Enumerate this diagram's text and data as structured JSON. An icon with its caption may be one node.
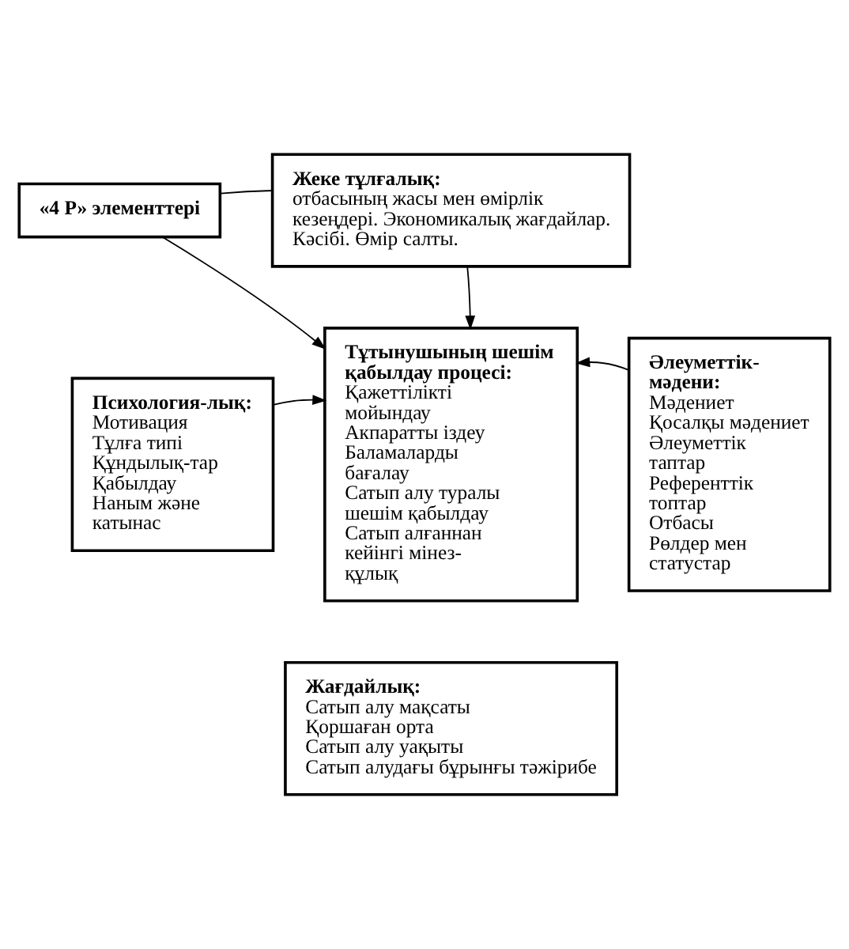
{
  "diagram": {
    "nodes": [
      {
        "text": [
          "«4 Р» элементтері"
        ]
      },
      {
        "text": [
          "Жеке тұлғалық:",
          "отбасының жасы мен өмірлік кезеңдері. Экономикалық жағдайлар. Кәсібі. Өмір салты."
        ]
      },
      {
        "text": [
          "Психология-лық:",
          "Мотивация",
          "Тұлға типі",
          "Құндылық-тар",
          "Қабылдау",
          "Наным және катынас"
        ]
      },
      {
        "text": [
          "Тұтынушының шешім қабылдау процесі:",
          "Қажеттілікті мойындау",
          "Акпаратты іздеу",
          "Баламаларды бағалау",
          "Сатып алу туралы шешім қабылдау",
          "Сатып алғаннан кейінгі мінез-құлық"
        ]
      },
      {
        "text": [
          "Әлеуметтік-мәдени:",
          "Мәдениет",
          "Қосалқы мәдениет",
          "Әлеуметтік таптар",
          "Референттік топтар",
          "Отбасы",
          "Рөлдер мен статустар"
        ]
      },
      {
        "text": [
          "Жағдайлық:",
          "Сатып алу мақсаты",
          "Қоршаған орта",
          "Сатып алу уақыты",
          "Сатып алудағы бұрынғы тәжірибе"
        ]
      }
    ],
    "edges": [
      {
        "from": 0,
        "to": 1,
        "arrow": "none"
      },
      {
        "from": 0,
        "to": 3,
        "arrow": "to"
      },
      {
        "from": 1,
        "to": 3,
        "arrow": "to"
      },
      {
        "from": 2,
        "to": 3,
        "arrow": "to"
      },
      {
        "from": 4,
        "to": 3,
        "arrow": "to"
      }
    ]
  }
}
